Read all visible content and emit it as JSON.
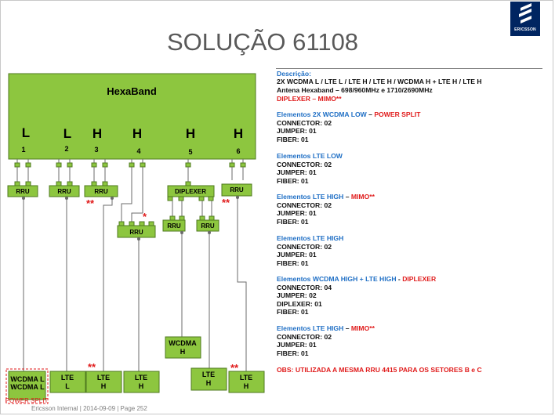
{
  "title": "SOLUÇÃO 61108",
  "logo": {
    "text": "ERICSSON"
  },
  "diagram": {
    "hexaband": {
      "label": "HexaBand",
      "bands": [
        "L",
        "L",
        "H",
        "H",
        "H",
        "H"
      ],
      "ports": [
        "1",
        "2",
        "3",
        "4",
        "5",
        "6"
      ]
    },
    "rru_label": "RRU",
    "diplexer_label": "DIPLEXER",
    "stars_double": "**",
    "star_single": "*",
    "antennas": {
      "wcdma_l_line1": "WCDMA L",
      "wcdma_l_line2": "WCDMA L",
      "lte": "LTE",
      "l": "L",
      "h": "H",
      "wcdma": "WCDMA",
      "power_split": "POWER SPLIT"
    }
  },
  "description": {
    "heading": "Descrição:",
    "line1": "2X WCDMA L / LTE L / LTE H / LTE H / WCDMA H + LTE H / LTE H",
    "line2": "Antena Hexaband – 698/960MHz  e  1710/2690MHz",
    "line3": "DIPLEXER – MIMO**"
  },
  "elements": [
    {
      "title": "Elementos 2X WCDMA LOW",
      "sep": " – ",
      "suffix": "POWER SPLIT",
      "lines": [
        "CONNECTOR: 02",
        "JUMPER: 01",
        "FIBER: 01"
      ]
    },
    {
      "title": "Elementos LTE LOW",
      "sep": "",
      "suffix": "",
      "lines": [
        "CONNECTOR: 02",
        "JUMPER: 01",
        "FIBER: 01"
      ]
    },
    {
      "title": "Elementos LTE HIGH",
      "sep": " – ",
      "suffix": "MIMO**",
      "lines": [
        "CONNECTOR: 02",
        "JUMPER: 01",
        "FIBER: 01"
      ]
    },
    {
      "title": "Elementos LTE HIGH",
      "sep": "",
      "suffix": "",
      "lines": [
        "CONNECTOR: 02",
        "JUMPER: 01",
        "FIBER: 01"
      ]
    },
    {
      "title": "Elementos WCDMA HIGH + LTE HIGH",
      "sep": " - ",
      "suffix": "DIPLEXER",
      "lines": [
        "CONNECTOR: 04",
        "JUMPER: 02",
        "DIPLEXER: 01",
        "FIBER: 01"
      ]
    },
    {
      "title": "Elementos LTE HIGH",
      "sep": " – ",
      "suffix": "MIMO**",
      "lines": [
        "CONNECTOR: 02",
        "JUMPER: 01",
        "FIBER: 01"
      ]
    }
  ],
  "obs": "OBS: UTILIZADA A MESMA RRU 4415 PARA OS SETORES B e C",
  "footer": "Ericsson Internal  |  2014-09-09  |  Page 252",
  "colors": {
    "green": "#8dc63f",
    "blue": "#1f6fc5",
    "red": "#e01a1a",
    "logo": "#002561"
  }
}
